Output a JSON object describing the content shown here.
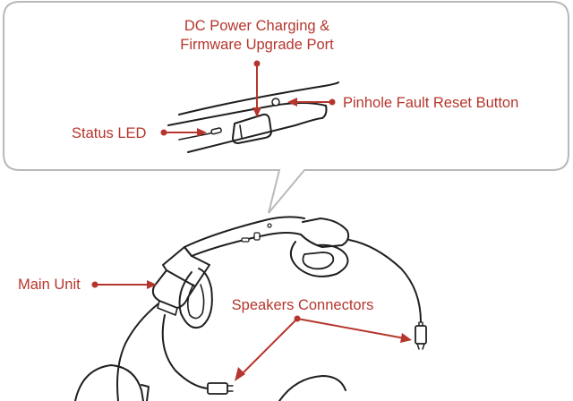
{
  "callout": {
    "dc_port_line1": "DC Power Charging &",
    "dc_port_line2": "Firmware Upgrade Port",
    "pinhole_reset": "Pinhole Fault Reset Button",
    "status_led": "Status LED"
  },
  "labels": {
    "main_unit": "Main Unit",
    "speakers_connectors": "Speakers Connectors"
  },
  "colors": {
    "label_red": "#b5362d",
    "callout_border": "#b9b9b9",
    "line_art": "#1f1f1f"
  }
}
